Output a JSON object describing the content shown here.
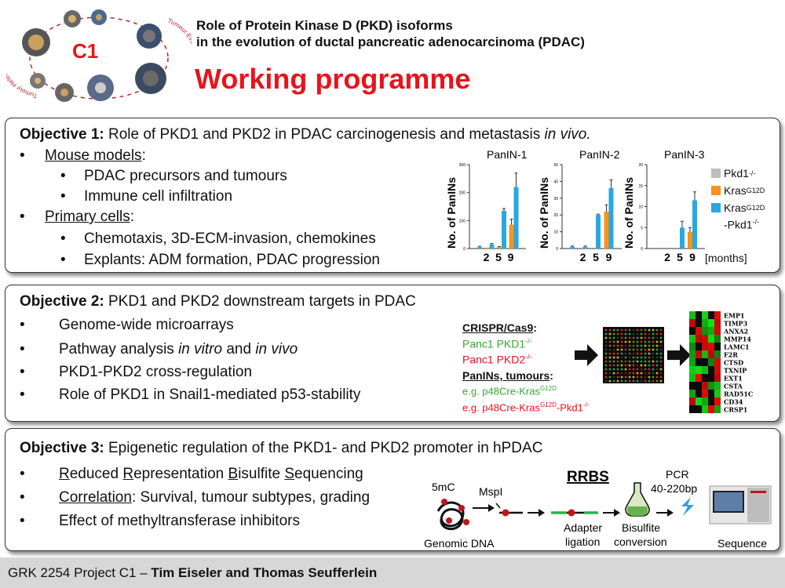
{
  "header": {
    "logo_text": "C1",
    "logo_left_arc": "Tumour Heterogeneity",
    "logo_right_arc": "Tumour Evolution",
    "subtitle_line1": "Role of Protein Kinase D (PKD) isoforms",
    "subtitle_line2": "in the evolution of ductal pancreatic adenocarcinoma (PDAC)",
    "title": "Working programme"
  },
  "objective1": {
    "label": "Objective 1:",
    "text_main": " Role of PKD1 and PKD2 in PDAC  carcinogenesis and metastasis ",
    "text_italic": "in vivo.",
    "items": [
      {
        "level": 1,
        "text": "Mouse models",
        "suffix": ":"
      },
      {
        "level": 2,
        "text": "PDAC precursors  and tumours"
      },
      {
        "level": 2,
        "text": "Immune cell infiltration"
      },
      {
        "level": 1,
        "text": "Primary cells",
        "suffix": ":"
      },
      {
        "level": 2,
        "text": "Chemotaxis, 3D-ECM-invasion, chemokines"
      },
      {
        "level": 2,
        "text": "Explants: ADM formation, PDAC progression"
      }
    ]
  },
  "objective2": {
    "label": "Objective 2:",
    "text": " PKD1 and PKD2 downstream targets in PDAC",
    "items": [
      {
        "text": "Genome-wide microarrays"
      },
      {
        "pre": "Pathway analysis ",
        "it1": "in vitro",
        "mid": " and ",
        "it2": "in vivo"
      },
      {
        "text": "PKD1-PKD2 cross-regulation"
      },
      {
        "text": "Role of PKD1 in Snail1-mediated p53-stability"
      }
    ],
    "crispr_title": "CRISPR/Cas9",
    "crispr_colon": ":",
    "panc1_pkd1": "Panc1 PKD1",
    "panc1_pkd1_sup": "-/-",
    "panc1_pkd2": "Panc1 PKD2",
    "panc1_pkd2_sup": "-/-",
    "panins_title": "PanINs, tumours",
    "panins_colon": ":",
    "eg1_pre": "e.g. p48Cre-Kras",
    "eg1_sup": "G12D",
    "eg2_pre": "e.g. p48Cre-Kras",
    "eg2_sup": "G12D",
    "eg2_post": "-Pkd1",
    "eg2_sup2": "-/-",
    "genes": [
      "EMP1",
      "TIMP3",
      "ANXA2",
      "MMP14",
      "LAMC1",
      "F2R",
      "CTSD",
      "TXNIP",
      "EXT1",
      "CSTA",
      "RAD51C",
      "CD34",
      "CRSP1"
    ]
  },
  "objective3": {
    "label": "Objective 3:",
    "text": " Epigenetic regulation of the PKD1- and PKD2 promoter in hPDAC",
    "item1_parts": [
      {
        "t": "R",
        "u": true
      },
      {
        "t": "educed ",
        "u": false
      },
      {
        "t": "R",
        "u": true
      },
      {
        "t": "epresentation ",
        "u": false
      },
      {
        "t": "B",
        "u": true
      },
      {
        "t": "isulfite ",
        "u": false
      },
      {
        "t": "S",
        "u": true
      },
      {
        "t": "equencing",
        "u": false
      }
    ],
    "item2_label": "Correlation",
    "item2_rest": ": Survival, tumour subtypes, grading",
    "item3": "Effect of methyltransferase inhibitors",
    "diagram": {
      "rrbs": "RRBS",
      "m5c": "5mC",
      "mspi": "MspI",
      "genomic": "Genomic DNA",
      "adapter1": "Adapter",
      "adapter2": "ligation",
      "bisulfite1": "Bisulfite",
      "bisulfite2": "conversion",
      "pcr1": "PCR",
      "pcr2": "40-220bp",
      "sequence": "Sequence"
    }
  },
  "chart_data": [
    {
      "type": "bar",
      "title": "PanIN-1",
      "ylabel": "No. of PanINs",
      "categories": [
        "2",
        "5",
        "9"
      ],
      "ylim": [
        0,
        300
      ],
      "yticks": [
        0,
        100,
        200,
        300
      ],
      "series": [
        {
          "name": "Pkd1-/-",
          "values": [
            0,
            0,
            0
          ]
        },
        {
          "name": "KrasG12D",
          "values": [
            3,
            5,
            85
          ]
        },
        {
          "name": "KrasG12D-Pkd1-/-",
          "values": [
            5,
            15,
            135
          ],
          "last": 220
        }
      ],
      "errors": {
        "orange": [
          0,
          2,
          20
        ],
        "blue": [
          3,
          8,
          50
        ]
      },
      "blue_values": [
        5,
        15,
        135,
        220
      ]
    },
    {
      "type": "bar",
      "title": "PanIN-2",
      "ylabel": "No. of PanINs",
      "categories": [
        "2",
        "5",
        "9"
      ],
      "ylim": [
        0,
        50
      ],
      "yticks": [
        0,
        10,
        20,
        30,
        40,
        50
      ],
      "series": [
        {
          "name": "Pkd1-/-",
          "values": [
            0,
            0,
            0
          ]
        },
        {
          "name": "KrasG12D",
          "values": [
            0,
            0,
            22
          ]
        },
        {
          "name": "KrasG12D-Pkd1-/-",
          "values": [
            1,
            1,
            20
          ]
        }
      ],
      "errors": {
        "orange": [
          0,
          0,
          4
        ],
        "blue": [
          0.5,
          0.5,
          5
        ]
      },
      "blue_values": [
        1,
        1,
        20,
        36
      ]
    },
    {
      "type": "bar",
      "title": "PanIN-3",
      "ylabel": "No. of PanINs",
      "categories": [
        "2",
        "5",
        "9"
      ],
      "ylim": [
        0,
        20
      ],
      "yticks": [
        0,
        5,
        10,
        15,
        20
      ],
      "series": [
        {
          "name": "Pkd1-/-",
          "values": [
            0,
            0,
            0
          ]
        },
        {
          "name": "KrasG12D",
          "values": [
            0,
            0,
            4
          ]
        },
        {
          "name": "KrasG12D-Pkd1-/-",
          "values": [
            0,
            0,
            5
          ]
        }
      ],
      "errors": {
        "orange": [
          0,
          0,
          1
        ],
        "blue": [
          0,
          0,
          2
        ]
      },
      "blue_values": [
        0,
        0,
        5,
        11.5
      ]
    }
  ],
  "legend": {
    "items": [
      {
        "color": "#bdbdbd",
        "text": "Pkd1",
        "sup": "-/-"
      },
      {
        "color": "#f7941d",
        "text": "Kras",
        "sup": "G12D"
      },
      {
        "color": "#29a8e0",
        "text": "Kras",
        "sup": "G12D",
        "line2": "-Pkd1",
        "sup2": "-/-"
      }
    ],
    "months": "[months]"
  },
  "footer": {
    "prefix": "GRK 2254 Project C1 – ",
    "authors": "Tim Eiseler and Thomas Seufferlein"
  }
}
